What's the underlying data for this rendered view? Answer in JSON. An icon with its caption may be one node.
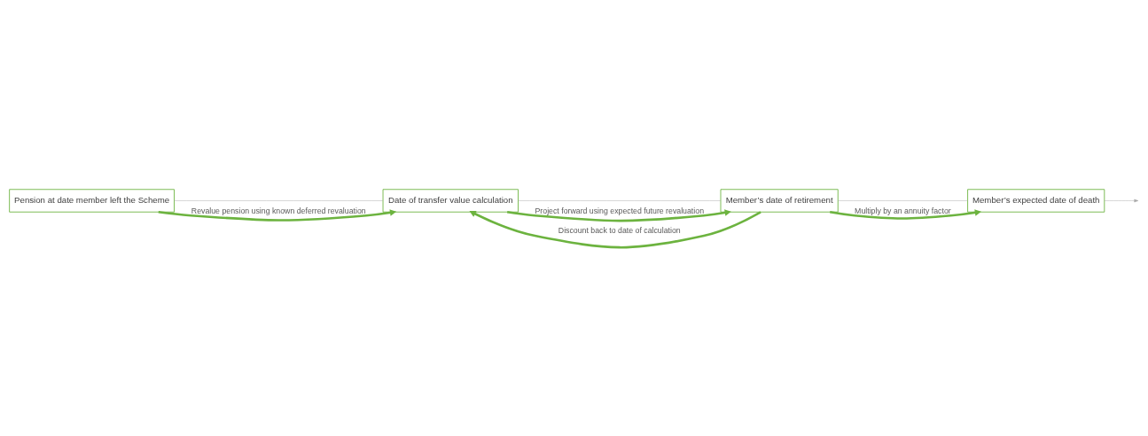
{
  "diagram": {
    "nodes": [
      {
        "text": [
          "Pension at date member left the Scheme"
        ]
      },
      {
        "text": [
          "Date of transfer value calculation"
        ]
      },
      {
        "text": [
          "Member’s date of retirement"
        ]
      },
      {
        "text": [
          "Member’s expected date of death"
        ]
      }
    ],
    "edges": [
      {
        "from": 0,
        "to": 1,
        "arrow": "none",
        "color": "#a6a6a6"
      },
      {
        "from": 1,
        "to": 2,
        "arrow": "none",
        "color": "#a6a6a6"
      },
      {
        "from": 2,
        "to": 3,
        "arrow": "none",
        "color": "#a6a6a6"
      },
      {
        "from": 3,
        "to": null,
        "arrow": "to",
        "color": "#a6a6a6"
      },
      {
        "from": 0,
        "to": 1,
        "arrow": "to",
        "label": "Revalue pension using known deferred revaluation",
        "style": "thick",
        "color": "#6cb33f"
      },
      {
        "from": 1,
        "to": 2,
        "arrow": "to",
        "label": "Project forward using expected future revaluation",
        "style": "thick",
        "color": "#6cb33f"
      },
      {
        "from": 2,
        "to": 3,
        "arrow": "to",
        "label": "Multiply by an annuity factor",
        "style": "thick",
        "color": "#6cb33f"
      },
      {
        "from": 2,
        "to": 1,
        "arrow": "to",
        "label": "Discount back to date of calculation",
        "style": "thick",
        "color": "#6cb33f"
      }
    ]
  }
}
